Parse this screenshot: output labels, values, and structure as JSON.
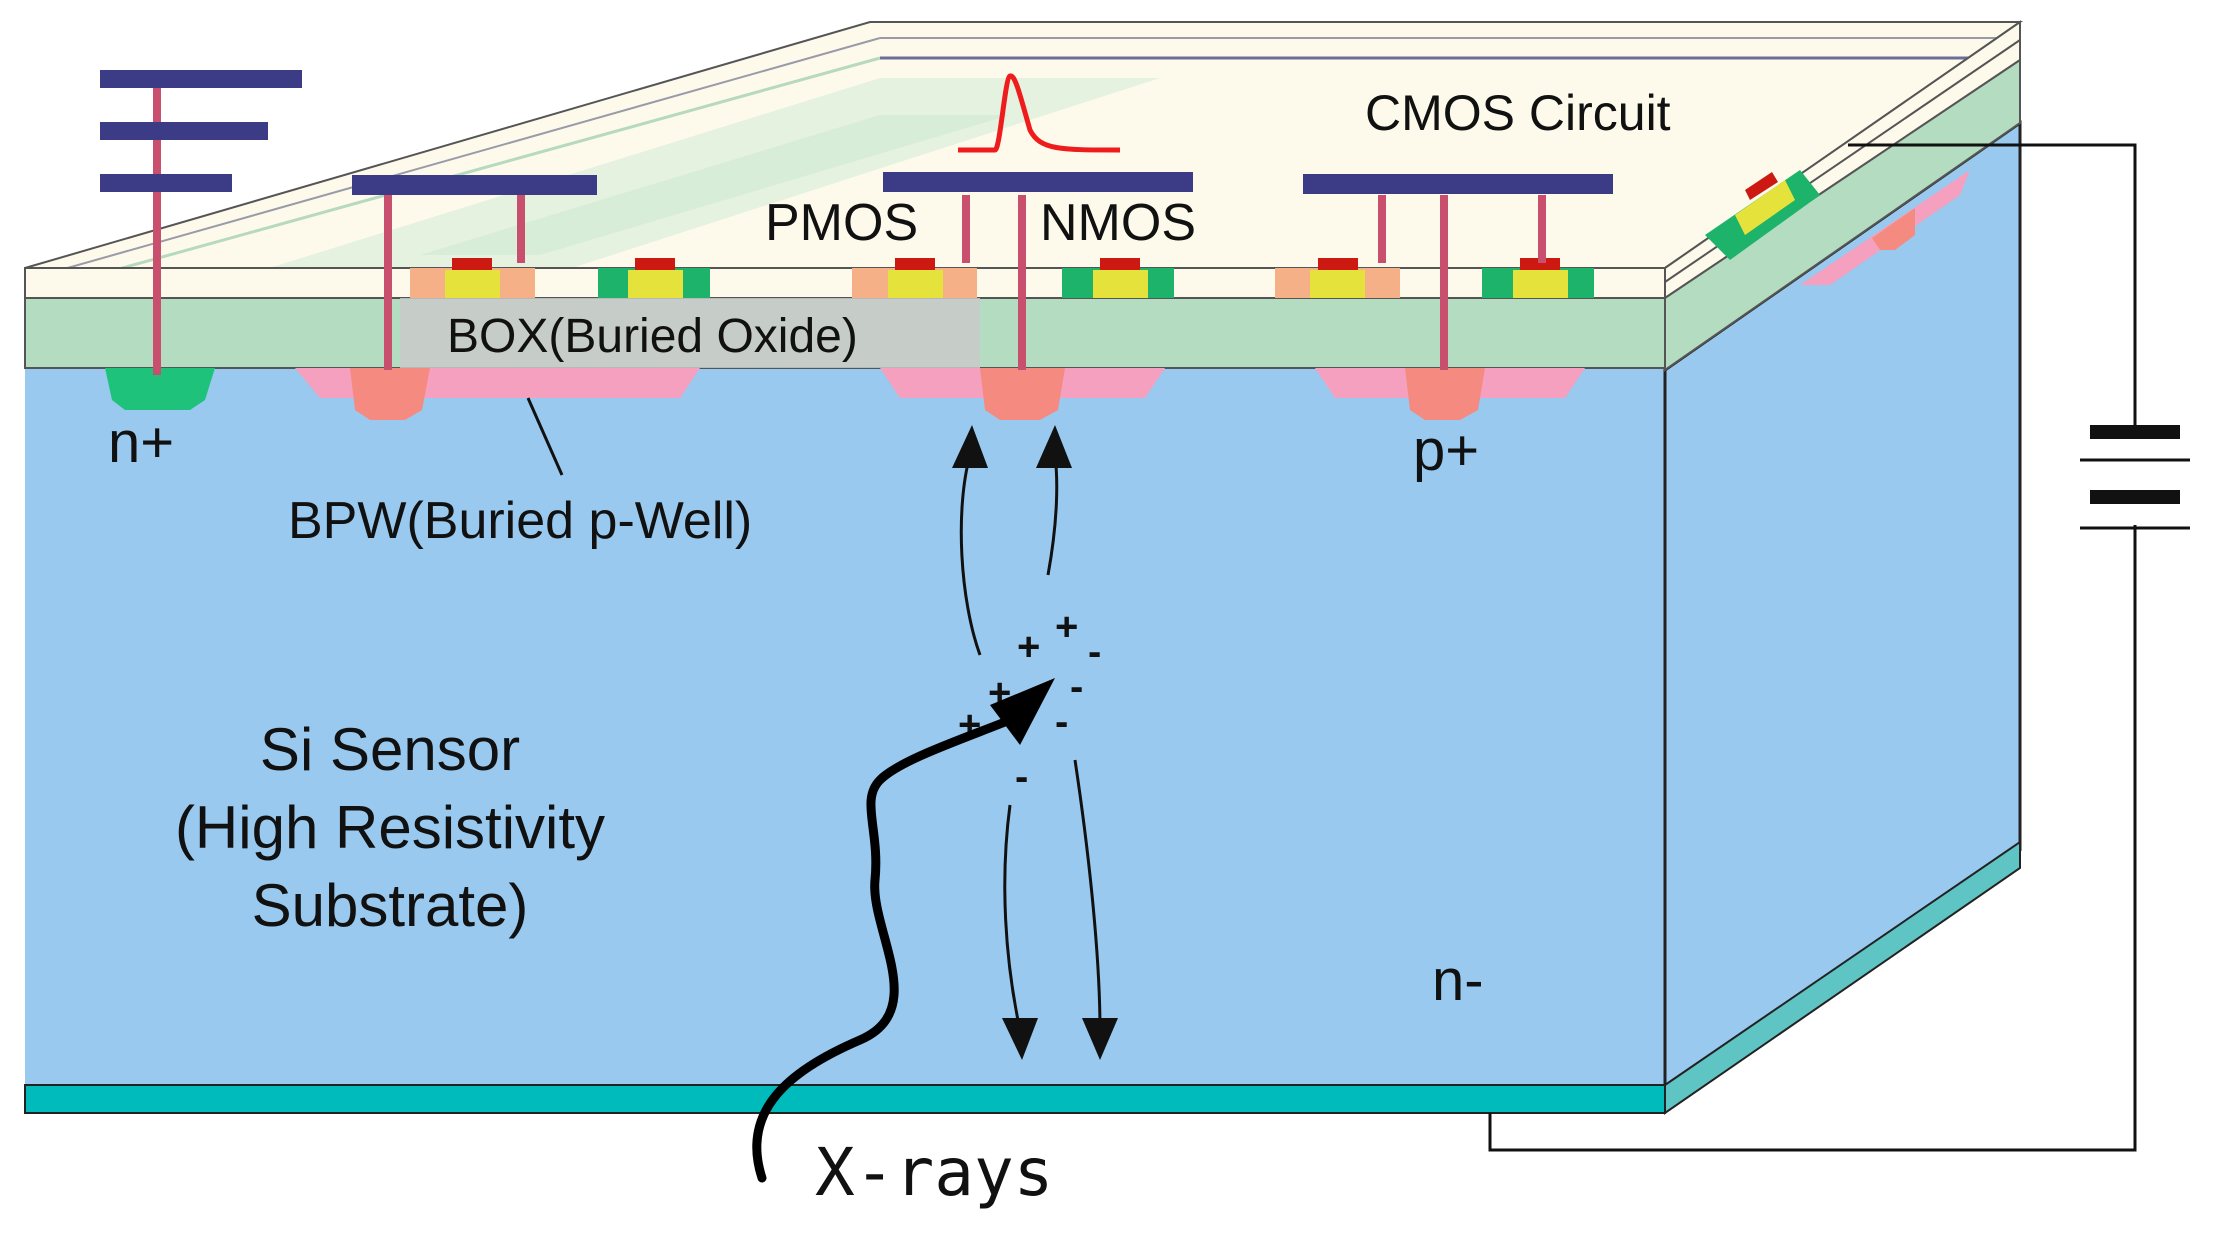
{
  "labels": {
    "cmos_circuit": "CMOS Circuit",
    "pmos": "PMOS",
    "nmos": "NMOS",
    "box": "BOX(Buried Oxide)",
    "n_plus": "n+",
    "p_plus": "p+",
    "bpw": "BPW(Buried p-Well)",
    "sensor_line1": "Si Sensor",
    "sensor_line2": "(High Resistivity",
    "sensor_line3": "Substrate)",
    "n_minus": "n-",
    "xrays": "X-rays"
  },
  "charges": {
    "holes": [
      "+",
      "+",
      "+",
      "+"
    ],
    "electrons": [
      "-",
      "-",
      "-",
      "-"
    ]
  },
  "colors": {
    "substrate_front": "#99c9ef",
    "substrate_side": "#99c9ef",
    "backplane": "#00bbbb",
    "backplane_side": "#5fc4c4",
    "box_layer": "#b4dcc0",
    "top_layer": "#fdfaec",
    "metal": "#3b3b86",
    "via": "#c8506e",
    "p_plus_implant": "#f58a80",
    "buried_p_well": "#f4a0be",
    "n_plus_implant": "#1ec27a",
    "pulse": "#ee1c1c",
    "gate": "#cc1a12",
    "channel": "#e6e23c"
  },
  "icons": [
    "battery-icon",
    "ground-symbol-icon",
    "signal-pulse-icon"
  ]
}
